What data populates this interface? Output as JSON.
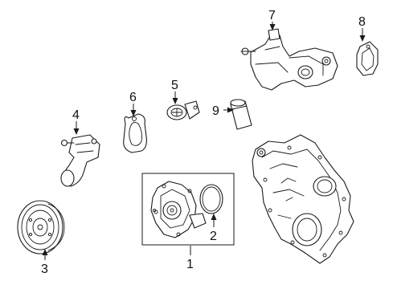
{
  "diagram": {
    "callouts": [
      {
        "id": "1",
        "label": "1"
      },
      {
        "id": "2",
        "label": "2"
      },
      {
        "id": "3",
        "label": "3"
      },
      {
        "id": "4",
        "label": "4"
      },
      {
        "id": "5",
        "label": "5"
      },
      {
        "id": "6",
        "label": "6"
      },
      {
        "id": "7",
        "label": "7"
      },
      {
        "id": "8",
        "label": "8"
      },
      {
        "id": "9",
        "label": "9"
      }
    ]
  }
}
